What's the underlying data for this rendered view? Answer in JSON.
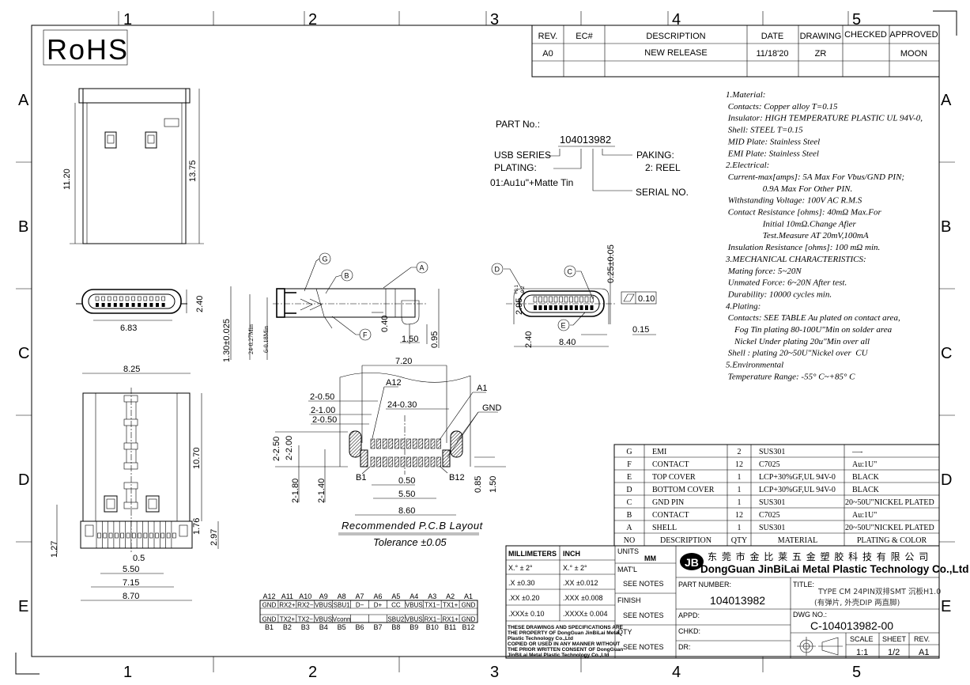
{
  "frame": {
    "zones_top": [
      "1",
      "2",
      "3",
      "4",
      "5"
    ],
    "zones_side": [
      "A",
      "B",
      "C",
      "D",
      "E"
    ],
    "rohs": "RoHS"
  },
  "revision_table": {
    "headers": [
      "REV.",
      "EC#",
      "DESCRIPTION",
      "DATE",
      "DRAWING",
      "CHECKED",
      "APPROVED"
    ],
    "rows": [
      [
        "A0",
        "",
        "NEW RELEASE",
        "11/18'20",
        "ZR",
        "",
        "MOON"
      ]
    ]
  },
  "part_no": {
    "label": "PART No.:",
    "number": "104013982",
    "usb_series": "USB SERIES",
    "plating_label": "PLATING:",
    "plating_value": "01:Au1u\"+Matte Tin",
    "packing_label": "PAKING:",
    "packing_value": "2: REEL",
    "serial": "SERIAL NO."
  },
  "notes": [
    "1.Material:",
    " Contacts: Copper alloy T=0.15",
    " Insulator: HIGH TEMPERATURE PLASTIC UL 94V-0,",
    " Shell: STEEL T=0.15",
    " MID Plate: Stainless Steel",
    " EMI Plate: Stainless Steel",
    "2.Electrical:",
    " Current-max[amps]: 5A Max For Vbus/GND PIN;",
    "                 0.9A Max For Other PIN.",
    " Withstanding Voltage: 100V AC R.M.S",
    " Contact Resistance [ohms]: 40mΩ Max.For",
    "                 Initial 10mΩ.Change Afier",
    "                 Test.Measure AT 20mV,100mA",
    " Insulation Resistance [ohms]: 100 mΩ min.",
    "3.MECHANICAL CHARACTERISTICS:",
    " Mating force: 5~20N",
    " Unmated Force: 6~20N After test.",
    " Durability: 10000 cycles min.",
    "4.Plating:",
    " Contacts: SEE TABLE Au plated on contact area,",
    "    Fog Tin plating 80-100U\"Min on solder area",
    "    Nickel Under plating 20u\"Min over all",
    " Shell : plating 20~50U\"Nickel over  CU",
    "5.Environmental",
    " Temperature Range: -55° C~+85° C"
  ],
  "bom": {
    "headers": [
      "NO",
      "DESCRIPTION",
      "QTY",
      "MATERIAL",
      "PLATING & COLOR"
    ],
    "rows": [
      [
        "G",
        "EMI",
        "2",
        "SUS301",
        "—-"
      ],
      [
        "F",
        "CONTACT",
        "12",
        "C7025",
        "Au:1U\""
      ],
      [
        "E",
        "TOP COVER",
        "1",
        "LCP+30%GF,UL 94V-0",
        "BLACK"
      ],
      [
        "D",
        "BOTTOM COVER",
        "1",
        "LCP+30%GF,UL 94V-0",
        "BLACK"
      ],
      [
        "C",
        "GND PIN",
        "1",
        "SUS301",
        "20~50U\"NICKEL PLATED"
      ],
      [
        "B",
        "CONTACT",
        "12",
        "C7025",
        "Au:1U\""
      ],
      [
        "A",
        "SHELL",
        "1",
        "SUS301",
        "20~50U\"NICKEL PLATED"
      ]
    ]
  },
  "pinout": {
    "top_labels": [
      "A12",
      "A11",
      "A10",
      "A9",
      "A8",
      "A7",
      "A6",
      "A5",
      "A4",
      "A3",
      "A2",
      "A1"
    ],
    "top_signals": [
      "GND",
      "RX2+",
      "RX2−",
      "VBUS",
      "SBU1",
      "D−",
      "D+",
      "CC",
      "VBUS",
      "TX1−",
      "TX1+",
      "GND"
    ],
    "bottom_signals": [
      "GND",
      "TX2+",
      "TX2−",
      "VBUS",
      "Vconn",
      "",
      "",
      "SBU2",
      "VBUS",
      "RX1−",
      "RX1+",
      "GND"
    ],
    "bottom_labels": [
      "B1",
      "B2",
      "B3",
      "B4",
      "B5",
      "B6",
      "B7",
      "B8",
      "B9",
      "B10",
      "B11",
      "B12"
    ]
  },
  "balloons": [
    "A",
    "B",
    "C",
    "D",
    "E",
    "F",
    "G"
  ],
  "dimensions": {
    "top_view": {
      "h1": "11.20",
      "h2": "13.75"
    },
    "front_view": {
      "h": "2.40",
      "w": "6.83"
    },
    "bottom_view": {
      "w_top": "8.25",
      "h_body": "10.70",
      "h_a": "1.76",
      "h_b": "2.97",
      "h_c": "1.27",
      "pitch": "0.5",
      "w1": "5.50",
      "w2": "7.15",
      "w3": "8.70"
    },
    "side_view": {
      "thick": "1.30±0.025",
      "pins24": "24-0.27Min",
      "pins6": "6-0.18Min",
      "d1": "0.40",
      "d2": "1.50",
      "d3": "0.95"
    },
    "end_view": {
      "d1": "0.25±0.05",
      "d2": "2.95",
      "d2_tol_plus": "+0.1",
      "d2_tol_minus": "-0.2",
      "d3": "2.40",
      "w": "8.40",
      "d4": "0.15",
      "flatness": "0.10"
    },
    "pcb": {
      "w": "7.20",
      "a12": "A12",
      "a1": "A1",
      "gnd": "GND",
      "s1": "2-0.50",
      "s2": "2-1.00",
      "s3": "2-0.50",
      "pads": "24-0.30",
      "v1": "2-2.50",
      "v2": "2-2.00",
      "v3": "2-1.80",
      "v4": "2-1.40",
      "b1": "B1",
      "b12": "B12",
      "pitch": "0.50",
      "w1": "5.50",
      "w2": "8.60",
      "h1": "0.85",
      "h2": "1.50",
      "caption": "Recommended P.C.B Layout",
      "tolerance": "Tolerance ±0.05"
    }
  },
  "title_block": {
    "tol_headers": [
      "MILLIMETERS",
      "INCH"
    ],
    "tol_rows": [
      [
        "X.° ± 2°",
        "X.° ± 2°"
      ],
      [
        ".X  ±0.30",
        ".XX  ±0.012"
      ],
      [
        ".XX ±0.20",
        ".XXX ±0.008"
      ],
      [
        ".XXX± 0.10",
        ".XXXX± 0.004"
      ]
    ],
    "copyright": [
      "THESE DRAWINGS AND SPECIFICATIONS ARE",
      "THE PROPERTY OF DongGuan JinBiLai Metal",
      "Plastic Technology Co.,Ltd",
      "COPIED OR USED IN ANY MANNER WITHOUT",
      "THE PRIOR WRITTEN CONSENT OF DongGuan",
      "JinBiLai Metal Plastic Technology Co.,Ltd"
    ],
    "units_label": "UNITS",
    "units_value": "MM",
    "matl_label": "MAT'L",
    "matl_value": "SEE NOTES",
    "finish_label": "FINISH",
    "finish_value": "SEE NOTES",
    "qty_label": "QTY",
    "qty_value": "SEE NOTES",
    "company_cn": "东 莞 市 金 比 莱 五 金 塑 胶 科 技 有 限 公 司",
    "company_en": "DongGuan JinBiLai Metal Plastic Technology Co.,Ltd",
    "part_number_label": "PART NUMBER:",
    "part_number": "104013982",
    "title_label": "TITLE:",
    "title_line1": "TYPE CM 24PIN双排SMT 沉板H1.0",
    "title_line2": "(有弹片, 外壳DIP 两直脚)",
    "appd_label": "APPD:",
    "chkd_label": "CHKD:",
    "dr_label": "DR:",
    "dwg_label": "DWG NO.:",
    "dwg_no": "C-104013982-00",
    "scale_label": "SCALE",
    "scale": "1:1",
    "sheet_label": "SHEET",
    "sheet": "1/2",
    "rev_label": "REV.",
    "rev": "A1"
  }
}
